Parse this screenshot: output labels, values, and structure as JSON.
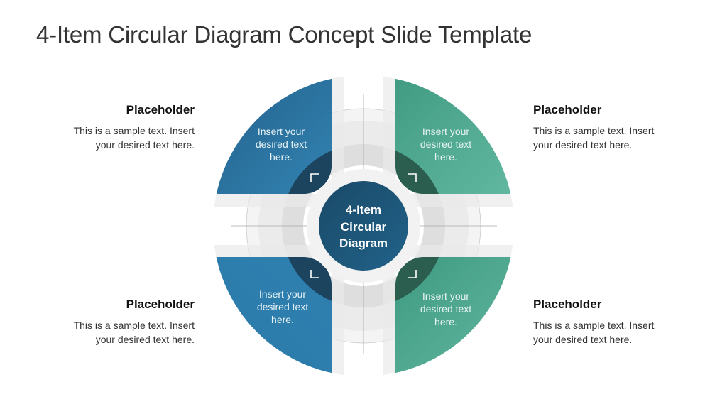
{
  "slide": {
    "title": "4-Item Circular Diagram Concept Slide Template"
  },
  "center": {
    "lines": [
      "4-Item",
      "Circular",
      "Diagram"
    ],
    "color": "#1d5677"
  },
  "quadrants": [
    {
      "position": "top-left",
      "text": [
        "Insert your",
        "desired text",
        "here."
      ],
      "color": "#2a74a0"
    },
    {
      "position": "top-right",
      "text": [
        "Insert your",
        "desired text",
        "here."
      ],
      "color": "#52ac95"
    },
    {
      "position": "bottom-left",
      "text": [
        "Insert your",
        "desired text",
        "here."
      ],
      "color": "#2a74a0"
    },
    {
      "position": "bottom-right",
      "text": [
        "Insert your",
        "desired text",
        "here."
      ],
      "color": "#52ac95"
    }
  ],
  "side_blocks": [
    {
      "position": "top-left",
      "heading": "Placeholder",
      "body": [
        "This is a sample text. Insert",
        "your desired text here."
      ]
    },
    {
      "position": "top-right",
      "heading": "Placeholder",
      "body": [
        "This is a sample text. Insert",
        "your desired text here."
      ]
    },
    {
      "position": "bottom-left",
      "heading": "Placeholder",
      "body": [
        "This is a sample text. Insert",
        "your desired text here."
      ]
    },
    {
      "position": "bottom-right",
      "heading": "Placeholder",
      "body": [
        "This is a sample text. Insert",
        "your desired text here."
      ]
    }
  ],
  "colors": {
    "blue": "#2a74a0",
    "blue_dark": "#1d4a66",
    "green": "#52ac95",
    "green_dark": "#2d6552",
    "center": "#1d5677",
    "title": "#333333"
  }
}
